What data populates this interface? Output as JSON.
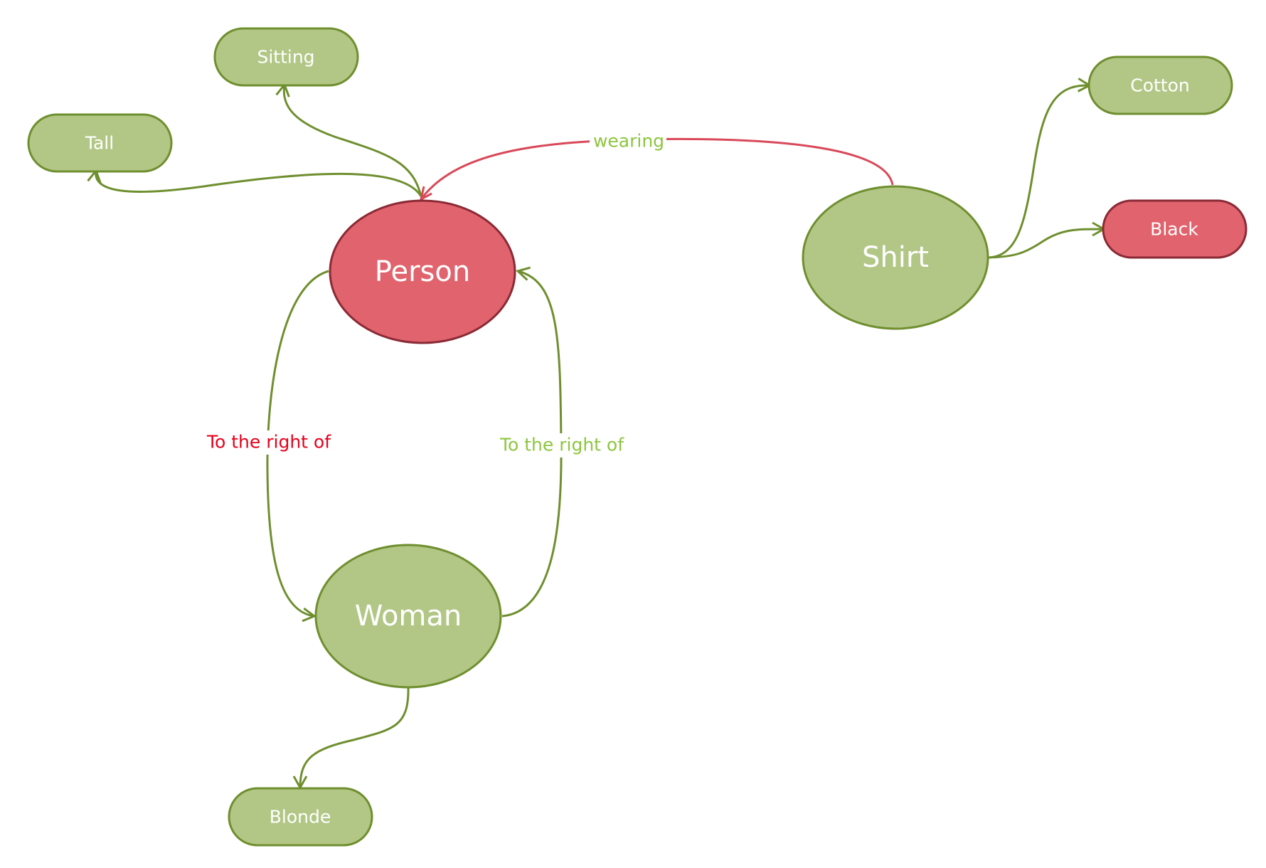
{
  "colors": {
    "green_fill": "#b2c786",
    "green_stroke": "#6f8f2f",
    "red_fill": "#e0636d",
    "red_stroke": "#8a2a35",
    "red_edge": "#d9495a",
    "green_label": "#8dc63f",
    "red_label": "#e8001c"
  },
  "nodes": {
    "person": "Person",
    "woman": "Woman",
    "shirt": "Shirt",
    "sitting": "Sitting",
    "tall": "Tall",
    "blonde": "Blonde",
    "cotton": "Cotton",
    "black": "Black"
  },
  "edges": {
    "wearing": "wearing",
    "right_of_left": "To the right of",
    "right_of_right": "To the right of"
  }
}
